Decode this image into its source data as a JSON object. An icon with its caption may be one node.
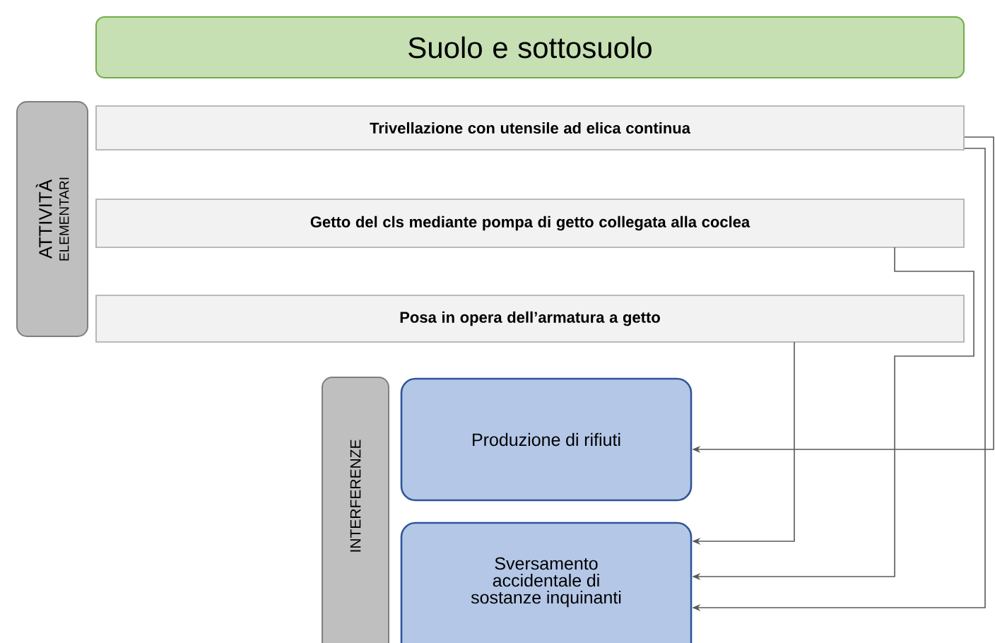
{
  "diagram": {
    "nodes": [
      {
        "text": [
          "Suolo e sottosuolo"
        ]
      },
      {
        "text": [
          "ATTIVITÀ",
          "ELEMENTARI"
        ]
      },
      {
        "text": [
          "Trivellazione con utensile ad elica continua"
        ]
      },
      {
        "text": [
          "Getto del cls mediante pompa di getto collegata alla coclea"
        ]
      },
      {
        "text": [
          "Posa in opera dell’armatura a getto"
        ]
      },
      {
        "text": [
          "INTERFERENZE"
        ]
      },
      {
        "text": [
          "Produzione di rifiuti"
        ]
      },
      {
        "text": [
          "Sversamento accidentale di sostanze inquinanti"
        ]
      }
    ],
    "edges": [
      {
        "from": 2,
        "to": 6,
        "arrow": "to"
      },
      {
        "from": 2,
        "to": 7,
        "arrow": "to"
      },
      {
        "from": 3,
        "to": 7,
        "arrow": "to"
      },
      {
        "from": 4,
        "to": 7,
        "arrow": "to"
      }
    ]
  }
}
